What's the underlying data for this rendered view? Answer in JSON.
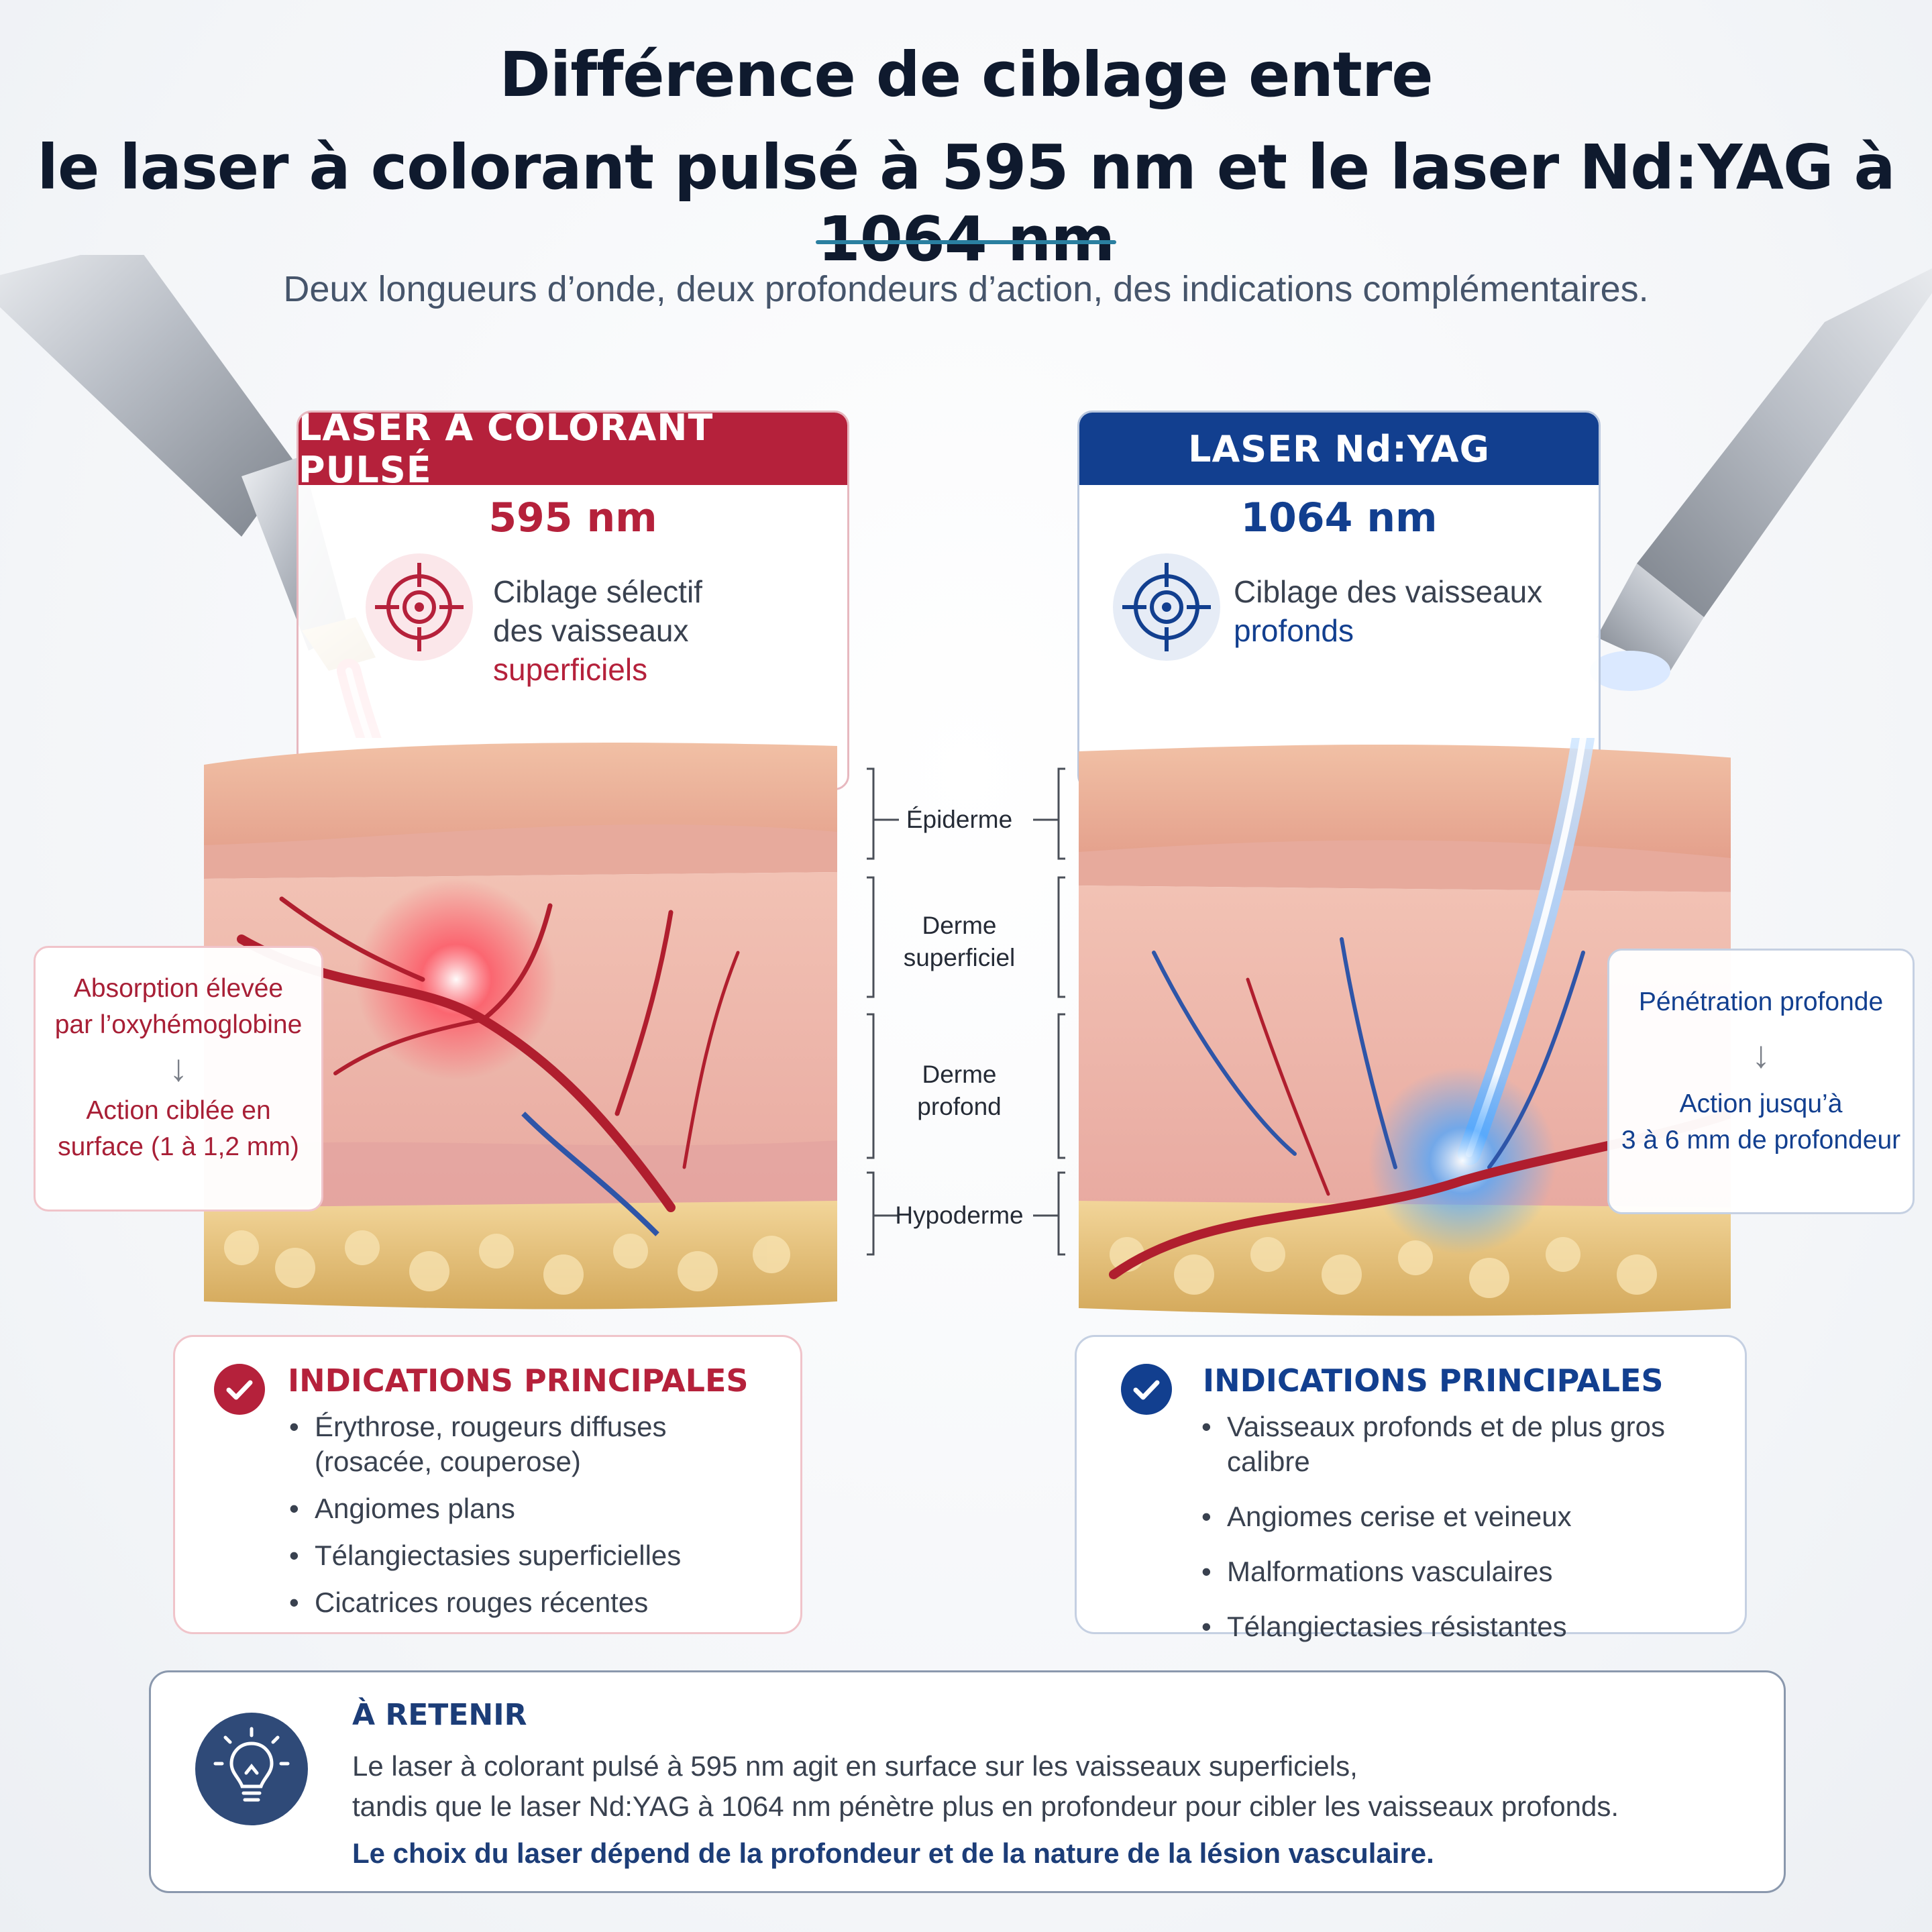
{
  "header": {
    "title_line1": "Différence de ciblage entre",
    "title_line2": "le laser à colorant pulsé à 595 nm et le laser Nd:YAG à 1064 nm",
    "subtitle": "Deux longueurs d’onde, deux profondeurs d’action, des indications complémentaires."
  },
  "colors": {
    "red": "#b5213b",
    "blue": "#123f8f",
    "red_light": "#f0b7bf",
    "blue_light": "#b9c7de"
  },
  "left_card": {
    "title": "LASER À COLORANT PULSÉ",
    "wavelength": "595 nm",
    "desc_line1": "Ciblage sélectif",
    "desc_prefix": "des vaisseaux ",
    "desc_highlight": "superficiels",
    "icon": "target-icon"
  },
  "right_card": {
    "title": "LASER Nd:YAG",
    "wavelength": "1064 nm",
    "desc_line1": "Ciblage des vaisseaux",
    "desc_highlight": "profonds",
    "icon": "target-icon"
  },
  "left_note": {
    "line1": "Absorption élevée",
    "line2": "par l’oxyhémoglobine",
    "arrow": "↓",
    "line3": "Action ciblée en",
    "line4": "surface (1 à 1,2 mm)"
  },
  "right_note": {
    "line1": "Pénétration profonde",
    "arrow": "↓",
    "line2": "Action jusqu’à",
    "line3": "3 à 6 mm de profondeur"
  },
  "layers": {
    "epiderme": "Épiderme",
    "derme_sup_1": "Derme",
    "derme_sup_2": "superficiel",
    "derme_prof_1": "Derme",
    "derme_prof_2": "profond",
    "hypoderme": "Hypoderme"
  },
  "left_indications": {
    "title": "INDICATIONS PRINCIPALES",
    "items": [
      "Érythrose, rougeurs diffuses",
      "(rosacée, couperose)",
      "Angiomes plans",
      "Télangiectasies superficielles",
      "Cicatrices rouges récentes"
    ]
  },
  "right_indications": {
    "title": "INDICATIONS PRINCIPALES",
    "items": [
      "Vaisseaux profonds et de plus gros calibre",
      "Angiomes cerise et veineux",
      "Malformations vasculaires",
      "Télangiectasies résistantes"
    ]
  },
  "summary": {
    "title": "À RETENIR",
    "line1": "Le laser à colorant pulsé à 595 nm agit en surface sur les vaisseaux superficiels,",
    "line2": "tandis que le laser Nd:YAG à 1064 nm pénètre plus en profondeur pour cibler les vaisseaux profonds.",
    "line3": "Le choix du laser dépend de la profondeur et de la nature de la lésion vasculaire.",
    "icon": "lightbulb-icon"
  }
}
